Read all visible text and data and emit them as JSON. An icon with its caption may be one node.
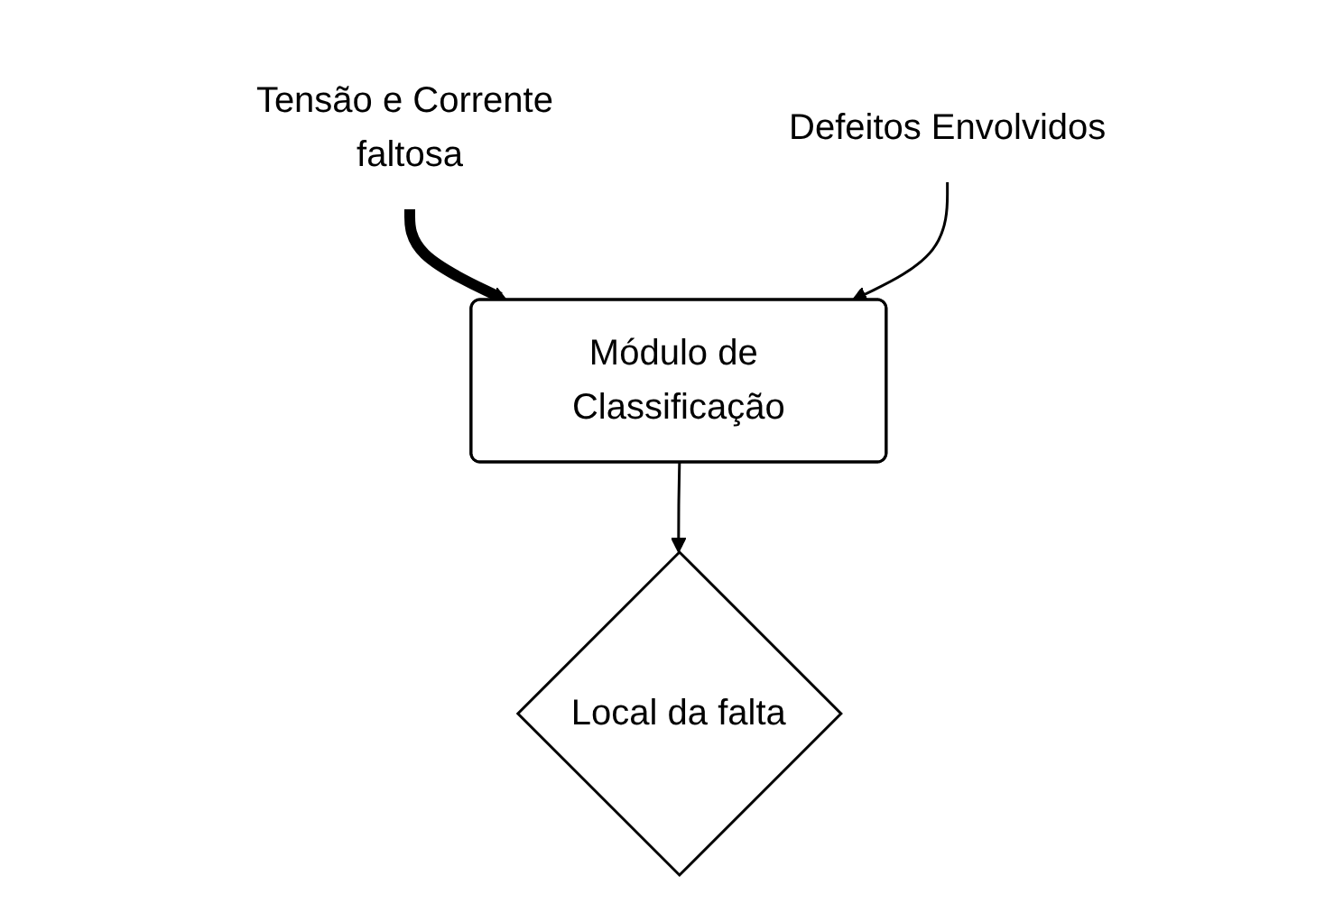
{
  "diagram": {
    "nodes": [
      {
        "text": [
          "Tensão e Corrente faltosa"
        ]
      },
      {
        "text": [
          "Módulo de Classificação"
        ]
      },
      {
        "text": [
          "Defeitos Envolvidos"
        ]
      },
      {
        "text": [
          "Local da falta"
        ]
      }
    ],
    "edges": [
      {
        "from": 0,
        "to": 1,
        "arrow": "to",
        "style": "thick"
      },
      {
        "from": 2,
        "to": 1,
        "arrow": "to"
      },
      {
        "from": 1,
        "to": 3,
        "arrow": "to"
      }
    ]
  }
}
